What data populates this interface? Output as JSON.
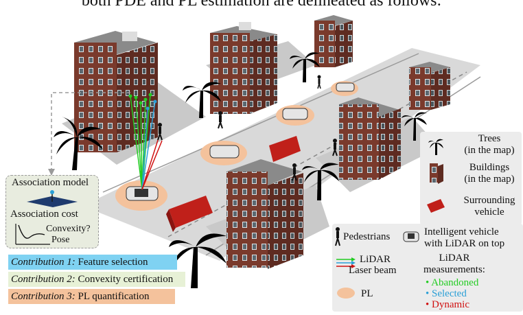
{
  "caption": "both PDE and PL estimation are delineated as follows:",
  "association": {
    "model_label": "Association model",
    "cost_label": "Association cost",
    "convexity_label": "Convexity?",
    "pose_label": "Pose"
  },
  "contributions": [
    {
      "prefix": "Contribution 1:",
      "text": " Feature selection",
      "color": "#7fd2f2"
    },
    {
      "prefix": "Contribution 2:",
      "text": " Convexity certification",
      "color": "#e7f1d6"
    },
    {
      "prefix": "Contribution 3:",
      "text": " PL quantification",
      "color": "#f4c29c"
    }
  ],
  "legend": {
    "trees": [
      "Trees",
      "(in the map)"
    ],
    "buildings": [
      "Buildings",
      "(in the map)"
    ],
    "vehicle": [
      "Surrounding",
      "vehicle"
    ],
    "pedestrians": "Pedestrians",
    "intelligent_vehicle": [
      "Intelligent vehicle",
      "with LiDAR on top"
    ],
    "lidar": "LiDAR",
    "laser_beam": "Laser beam",
    "pl": "PL",
    "measurements_title": [
      "LiDAR",
      "measurements:"
    ],
    "measurements": [
      {
        "label": "Abandoned",
        "color": "#22cc22"
      },
      {
        "label": "Selected",
        "color": "#2a9fd6"
      },
      {
        "label": "Dynamic",
        "color": "#d01010"
      }
    ]
  },
  "colors": {
    "lidar_green": "#22cc22",
    "lidar_blue": "#2a9fd6",
    "laser_red": "#d01010",
    "pl_ellipse": "#f4c29c",
    "road": "#cfcfcf",
    "building_brick": "#7a3a2c",
    "van_red": "#c0201a"
  }
}
